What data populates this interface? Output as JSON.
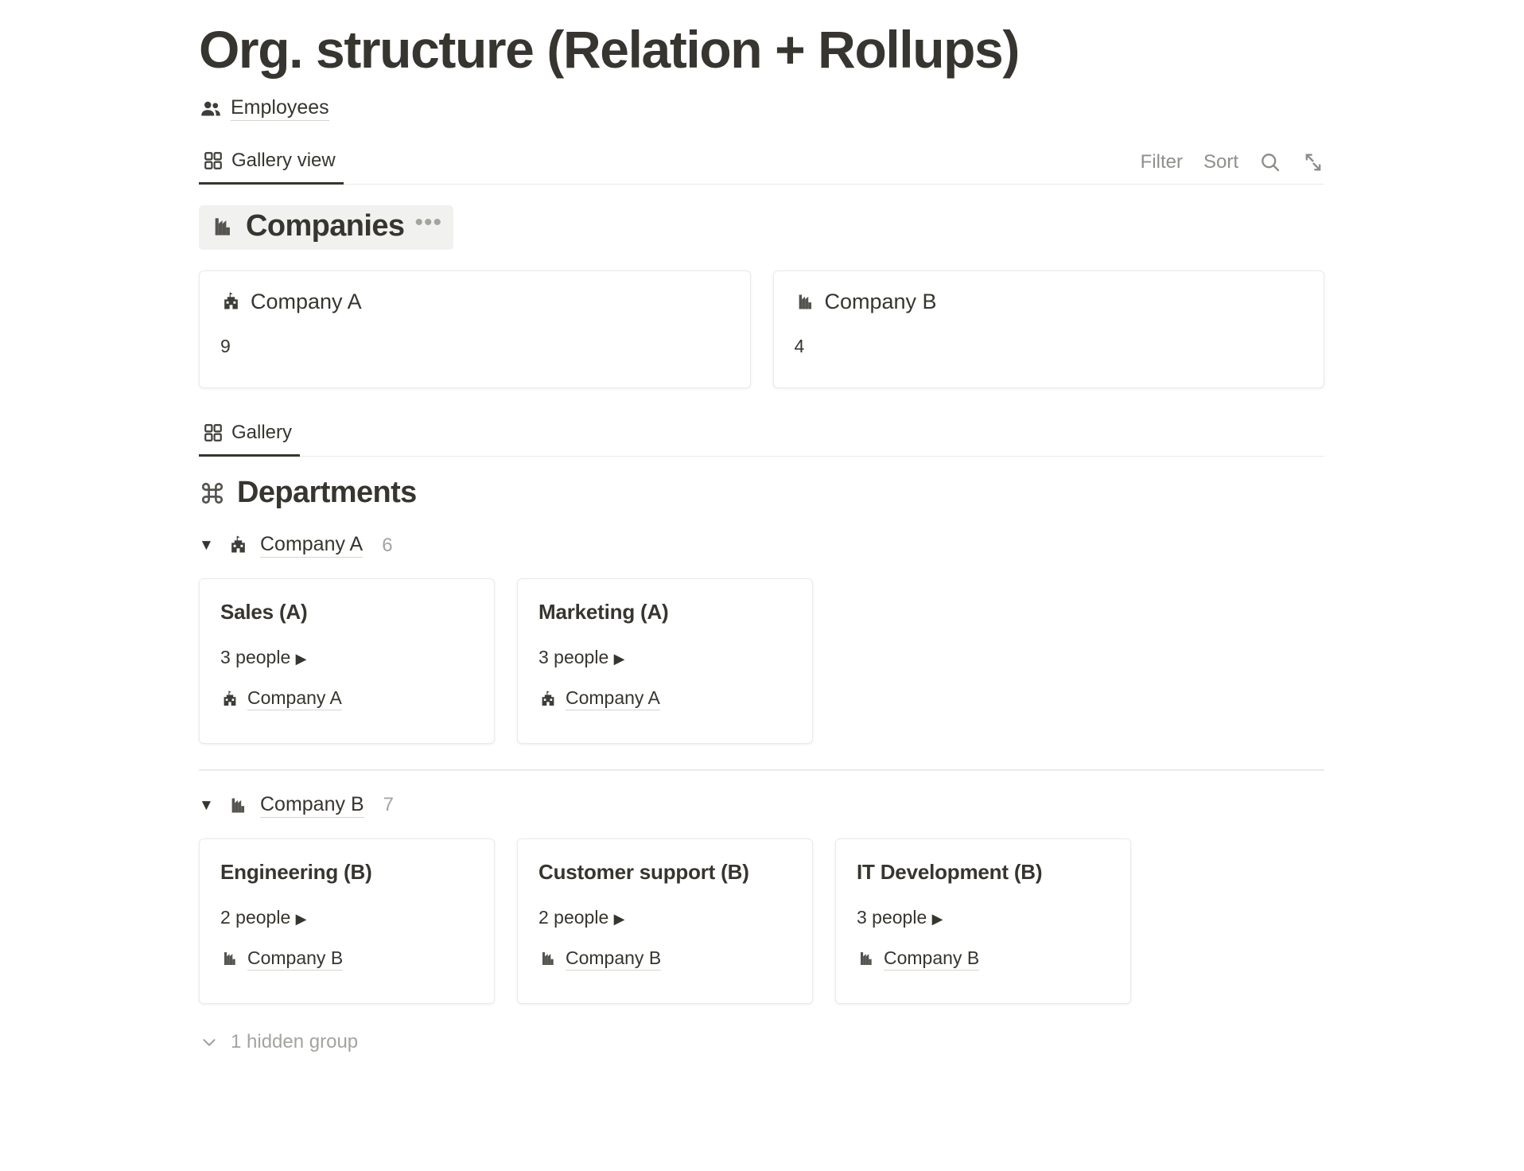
{
  "page": {
    "title": "Org. structure (Relation + Rollups)"
  },
  "source": {
    "icon": "people-icon",
    "label": "Employees"
  },
  "viewbar": {
    "tab": {
      "icon": "gallery-grid-icon",
      "label": "Gallery view"
    },
    "tools": {
      "filter_label": "Filter",
      "sort_label": "Sort",
      "search_icon": "search-icon",
      "expand_icon": "expand-diagonal-icon"
    }
  },
  "companies_section": {
    "icon": "factory-icon",
    "title": "Companies",
    "menu_icon": "ellipsis-icon",
    "cards": [
      {
        "icon": "castle-building-icon",
        "title": "Company A",
        "value": "9"
      },
      {
        "icon": "factory-icon",
        "title": "Company B",
        "value": "4"
      }
    ]
  },
  "gallery_tab": {
    "icon": "gallery-grid-icon",
    "label": "Gallery"
  },
  "departments_section": {
    "icon": "command-loop-icon",
    "title": "Departments",
    "groups": [
      {
        "caret": "▼",
        "icon": "castle-building-icon",
        "name": "Company A",
        "count": "6",
        "cards": [
          {
            "title": "Sales (A)",
            "people": "3 people",
            "people_arrow": "▶",
            "relation_icon": "castle-building-icon",
            "relation": "Company A"
          },
          {
            "title": "Marketing (A)",
            "people": "3 people",
            "people_arrow": "▶",
            "relation_icon": "castle-building-icon",
            "relation": "Company A"
          }
        ]
      },
      {
        "caret": "▼",
        "icon": "factory-icon",
        "name": "Company B",
        "count": "7",
        "cards": [
          {
            "title": "Engineering (B)",
            "people": "2 people",
            "people_arrow": "▶",
            "relation_icon": "factory-icon",
            "relation": "Company B"
          },
          {
            "title": "Customer support (B)",
            "people": "2 people",
            "people_arrow": "▶",
            "relation_icon": "factory-icon",
            "relation": "Company B"
          },
          {
            "title": "IT Development (B)",
            "people": "3 people",
            "people_arrow": "▶",
            "relation_icon": "factory-icon",
            "relation": "Company B"
          }
        ]
      }
    ],
    "hidden_group": {
      "caret_icon": "chevron-down-icon",
      "label": "1 hidden group"
    }
  },
  "colors": {
    "text": "#37352f",
    "muted": "#a5a39e",
    "card_border": "#eceae6",
    "highlight_bg": "#f1f1ef",
    "divider": "#ebeae7"
  }
}
